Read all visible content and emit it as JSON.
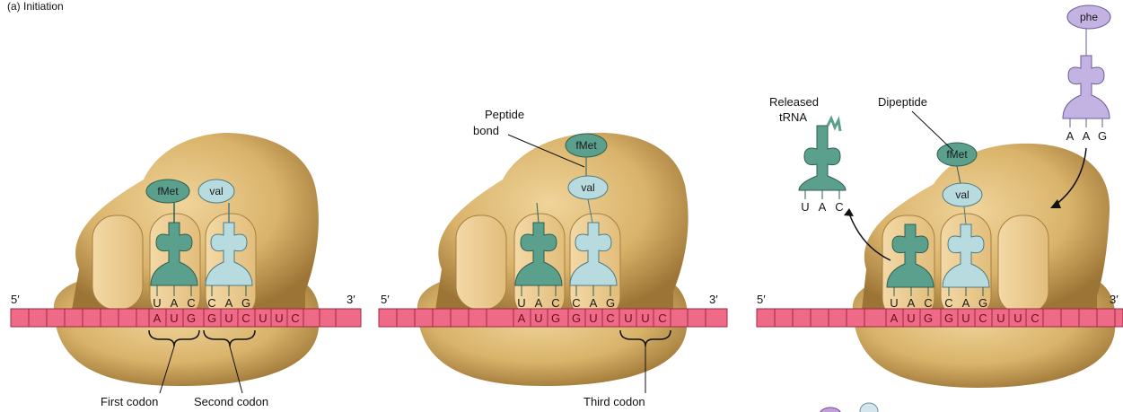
{
  "heading": "(a) Initiation",
  "panels": [
    {
      "five_prime": "5′",
      "three_prime": "3′",
      "amino_acids": [
        "fMet",
        "val"
      ],
      "anticodons": [
        [
          "U",
          "A",
          "C"
        ],
        [
          "C",
          "A",
          "G"
        ]
      ],
      "mrna": [
        "A",
        "U",
        "G",
        "G",
        "U",
        "C",
        "U",
        "U",
        "C"
      ],
      "labels": {
        "first_codon": "First codon",
        "second_codon": "Second codon"
      }
    },
    {
      "five_prime": "5′",
      "three_prime": "3′",
      "amino_acids": [
        "fMet",
        "val"
      ],
      "anticodons": [
        [
          "U",
          "A",
          "C"
        ],
        [
          "C",
          "A",
          "G"
        ]
      ],
      "mrna": [
        "A",
        "U",
        "G",
        "G",
        "U",
        "C",
        "U",
        "U",
        "C"
      ],
      "labels": {
        "peptide_bond": [
          "Peptide",
          "bond"
        ],
        "third_codon": "Third codon"
      }
    },
    {
      "five_prime": "5′",
      "three_prime": "3′",
      "amino_acids": [
        "fMet",
        "val",
        "phe"
      ],
      "anticodons": [
        [
          "U",
          "A",
          "C"
        ],
        [
          "C",
          "A",
          "G"
        ],
        [
          "A",
          "A",
          "G"
        ]
      ],
      "released_anticodon": [
        "U",
        "A",
        "C"
      ],
      "mrna": [
        "A",
        "U",
        "G",
        "G",
        "U",
        "C",
        "U",
        "U",
        "C"
      ],
      "labels": {
        "released_trna": [
          "Released",
          "tRNA"
        ],
        "dipeptide": "Dipeptide"
      }
    }
  ],
  "colors": {
    "ribosome": "#d9b36a",
    "ribosome_dark": "#9c7536",
    "mrna": "#ee6a86",
    "trna_dark": "#5ba08c",
    "trna_light": "#b8dbe0",
    "trna_purple": "#c3b3e2"
  }
}
